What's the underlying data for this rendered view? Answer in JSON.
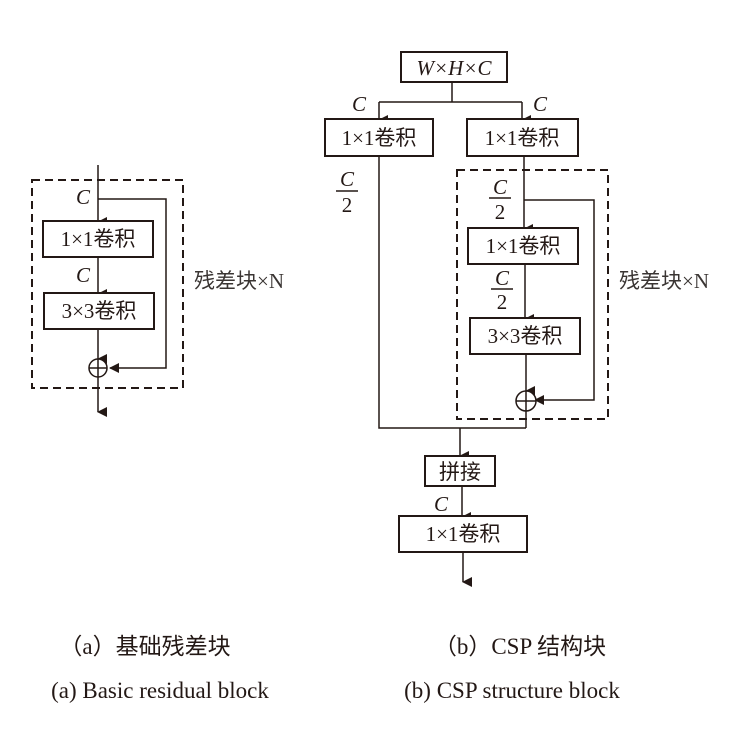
{
  "figure_a": {
    "channel_label": "C",
    "conv1_label": "1×1卷积",
    "conv3_label": "3×3卷积",
    "residual_label": "残差块×N",
    "caption_zh": "（a）基础残差块",
    "caption_en": "(a) Basic residual block"
  },
  "figure_b": {
    "input_label": "W×H×C",
    "channel_label": "C",
    "half_numerator": "C",
    "half_denominator": "2",
    "branch_conv_label": "1×1卷积",
    "inner_conv1_label": "1×1卷积",
    "inner_conv3_label": "3×3卷积",
    "residual_label": "残差块×N",
    "concat_label": "拼接",
    "output_conv_label": "1×1卷积",
    "caption_zh": "（b）CSP 结构块",
    "caption_en": "(b) CSP structure block"
  }
}
